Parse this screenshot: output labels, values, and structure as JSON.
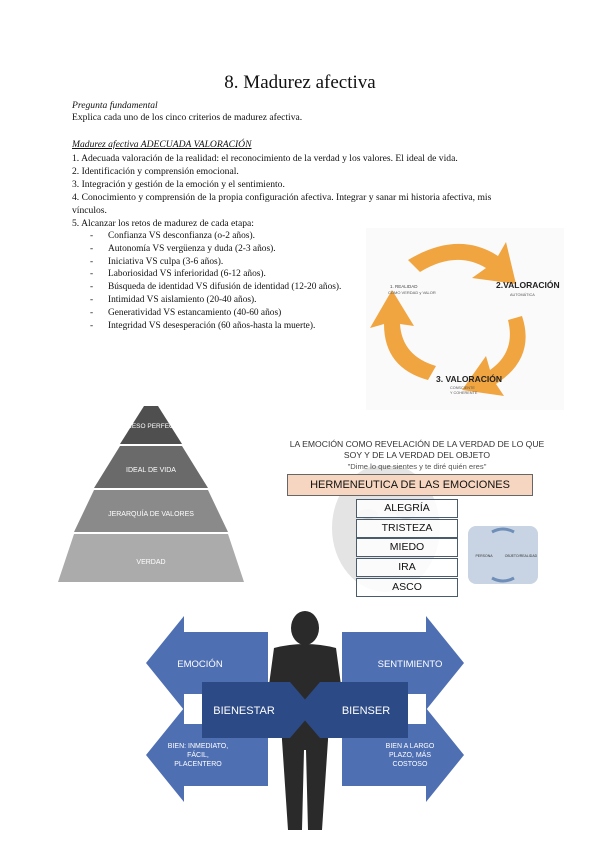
{
  "title": "8. Madurez afectiva",
  "question_label": "Pregunta fundamental",
  "question_text": "Explica cada uno de los cinco criterios de madurez afectiva.",
  "subtitle": "Madurez afectiva ADECUADA VALORACIÓN",
  "criteria": [
    "1. Adecuada valoración de la realidad: el reconocimiento de la verdad y los valores. El ideal de vida.",
    "2. Identificación y comprensión emocional.",
    "3. Integración y gestión de la emoción y el sentimiento.",
    "4. Conocimiento y comprensión de la propia configuración afectiva. Integrar y sanar mi historia afectiva, mis",
    "vínculos.",
    "5. Alcanzar los retos de madurez de cada etapa:"
  ],
  "stages": [
    "Confianza VS desconfianza (o-2 años).",
    "Autonomía VS vergüenza y duda (2-3 años).",
    "Iniciativa VS culpa (3-6 años).",
    "Laboriosidad VS inferioridad (6-12 años).",
    "Búsqueda de identidad VS difusión de identidad (12-20 años).",
    "Intimidad VS aislamiento (20-40 años).",
    "Generatividad VS estancamiento (40-60 años)",
    "Integridad VS desesperación (60 años-hasta la muerte)."
  ],
  "cycle": {
    "item1_title": "1. REALIDAD",
    "item1_sub": "COMO VERDAD y VALOR",
    "item2_title": "2.VALORACIÓN",
    "item2_sub": "AUTOMÁTICA",
    "item3_title": "3. VALORACIÓN",
    "item3_sub1": "CONSCIENTE",
    "item3_sub2": "Y COHERENTE",
    "arrow_color": "#f0a541"
  },
  "pyramid": {
    "levels": [
      "PROCESO PERFECTIVO",
      "IDEAL DE VIDA",
      "JERARQUÍA DE VALORES",
      "VERDAD"
    ],
    "colors": [
      "#4f4f4f",
      "#6a6a6a",
      "#8a8a8a",
      "#ababab"
    ]
  },
  "emotions": {
    "title_line1": "LA EMOCIÓN COMO REVELACIÓN DE LA VERDAD DE LO QUE",
    "title_line2": "SOY Y DE LA VERDAD DEL OBJETO",
    "quote": "\"Dime lo que sientes y te diré quién eres\"",
    "header": "HERMENEUTICA DE LAS EMOCIONES",
    "items": [
      "ALEGRÍA",
      "TRISTEZA",
      "MIEDO",
      "IRA",
      "ASCO"
    ],
    "cycle_left": "PERSONA",
    "cycle_right": "OBJETO/REALIDAD"
  },
  "wellbeing": {
    "left_top": "EMOCIÓN",
    "left_bottom_lines": [
      "BIEN: INMEDIATO,",
      "FÁCIL,",
      "PLACENTERO"
    ],
    "center_left": "BIENESTAR",
    "center_right": "BIENSER",
    "right_top": "SENTIMIENTO",
    "right_bottom_lines": [
      "BIEN A LARGO",
      "PLAZO, MÁS",
      "COSTOSO"
    ],
    "arrow_color": "#4f6fb3",
    "center_color": "#2c4a86"
  }
}
